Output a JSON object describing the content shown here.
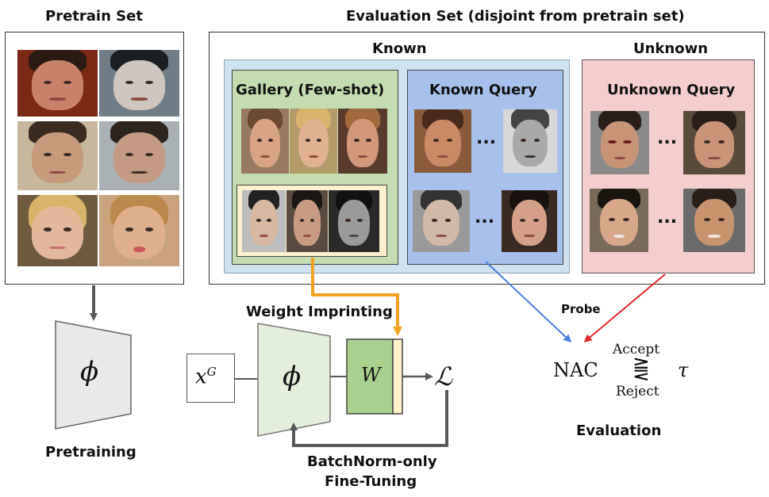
{
  "pretrain": {
    "title": "Pretrain Set",
    "stage_label": "Pretraining",
    "phi": "ϕ"
  },
  "evaluation": {
    "title": "Evaluation Set (disjoint from pretrain set)",
    "known_label": "Known",
    "unknown_label": "Unknown",
    "gallery_label": "Gallery (Few-shot)",
    "known_query_label": "Known Query",
    "unknown_query_label": "Unknown Query",
    "ellipsis": "..."
  },
  "training": {
    "input_base": "x",
    "input_sup": "G",
    "phi": "ϕ",
    "weight": "W",
    "loss": "ℒ",
    "imprinting_label": "Weight Imprinting",
    "finetune_line1": "BatchNorm-only",
    "finetune_line2": "Fine-Tuning"
  },
  "eval_rule": {
    "probe_label": "Probe",
    "nac": "NAC",
    "accept": "Accept",
    "reject": "Reject",
    "compare_symbol": "⪌",
    "tau": "τ",
    "stage_label": "Evaluation"
  },
  "colors": {
    "known_bg": "#cfe2f0",
    "gallery_bg": "#c4ddb0",
    "known_query_bg": "#a6c1ee",
    "unknown_bg": "#f5cdcd",
    "weight_bg": "#a9d18e",
    "imprint_slot": "#fff2c8",
    "phi_light": "#e3eedb",
    "phi_pretrain": "#e9e9e9",
    "arrow_orange": "#f5a021",
    "arrow_blue": "#4a7fe0",
    "arrow_red": "#e3262a",
    "arrow_gray": "#595959"
  }
}
